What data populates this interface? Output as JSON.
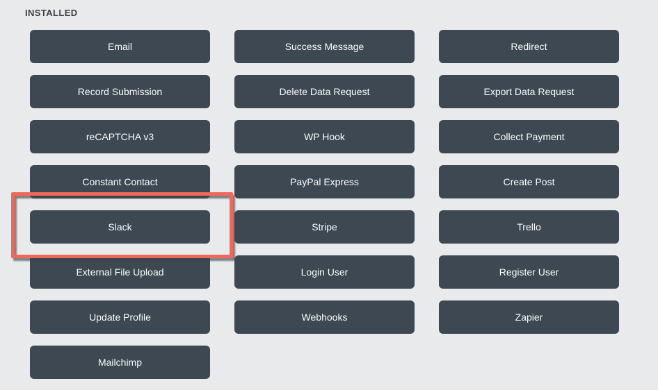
{
  "section": {
    "title": "INSTALLED"
  },
  "addons": {
    "items": [
      "Email",
      "Success Message",
      "Redirect",
      "Record Submission",
      "Delete Data Request",
      "Export Data Request",
      "reCAPTCHA v3",
      "WP Hook",
      "Collect Payment",
      "Constant Contact",
      "PayPal Express",
      "Create Post",
      "Slack",
      "Stripe",
      "Trello",
      "External File Upload",
      "Login User",
      "Register User",
      "Update Profile",
      "Webhooks",
      "Zapier",
      "Mailchimp"
    ],
    "highlighted_item": "Slack"
  },
  "colors": {
    "page_background": "#e9eaec",
    "button_background": "#3d4852",
    "button_text": "#fbfcfc",
    "section_title_text": "#3c4247",
    "highlight_border": "#f0685a"
  }
}
